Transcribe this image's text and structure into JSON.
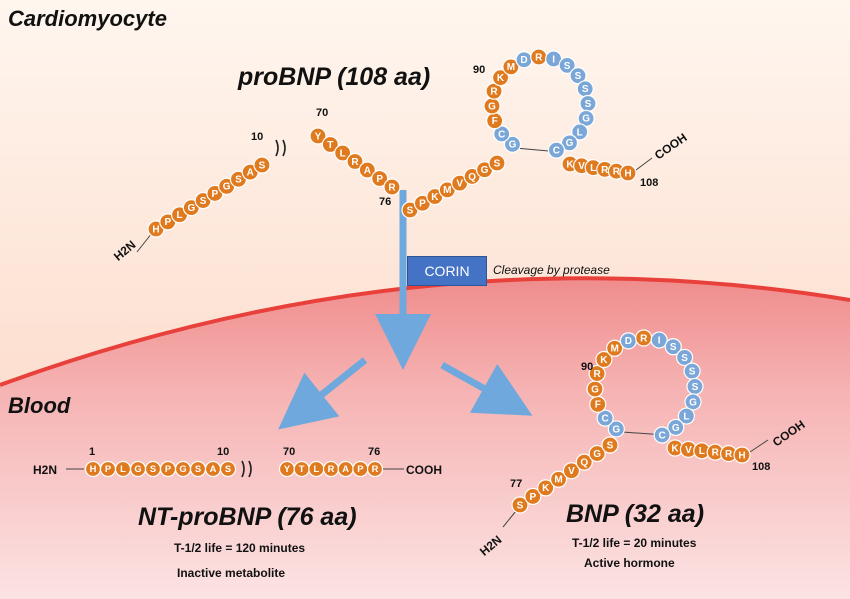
{
  "labels": {
    "cardiomyocyte": "Cardiomyocyte",
    "blood": "Blood",
    "probnp_title": "proBNP (108 aa)",
    "corin": "CORIN",
    "cleavage": "Cleavage by protease",
    "ntprobnp_title": "NT-proBNP (76 aa)",
    "ntprobnp_half_life": "T-1/2 life = 120 minutes",
    "ntprobnp_note": "Inactive metabolite",
    "bnp_title": "BNP (32 aa)",
    "bnp_half_life": "T-1/2 life = 20 minutes",
    "bnp_note": "Active hormone"
  },
  "terminals": {
    "n_terminus": "H2N",
    "c_terminus": "COOH"
  },
  "residue_numbers": {
    "top": {
      "n10": "10",
      "n70": "70",
      "n76": "76",
      "n90": "90",
      "n108": "108"
    },
    "nt": {
      "n1": "1",
      "n10": "10",
      "n70": "70",
      "n76": "76"
    },
    "bnp": {
      "n77": "77",
      "n90": "90",
      "n108": "108"
    }
  },
  "sequences": {
    "nt_first10": "HPLGSPGSAS",
    "nt_70_76": "YTLRAPR",
    "bnp_tail_n": "SPKMVQGS",
    "bnp_ring": "GCFGRKMDRISSSSGLGC",
    "bnp_tail_c": "KVLRRH"
  },
  "colors": {
    "residue_orange": "#E07A1F",
    "residue_blue": "#7BA7D8",
    "arrow_blue": "#6FA8DC",
    "corin_box": "#4472C4",
    "membrane": "#E8403A",
    "cell_bg": "#FBDCCB",
    "blood_bg": "#F4A6A6"
  }
}
